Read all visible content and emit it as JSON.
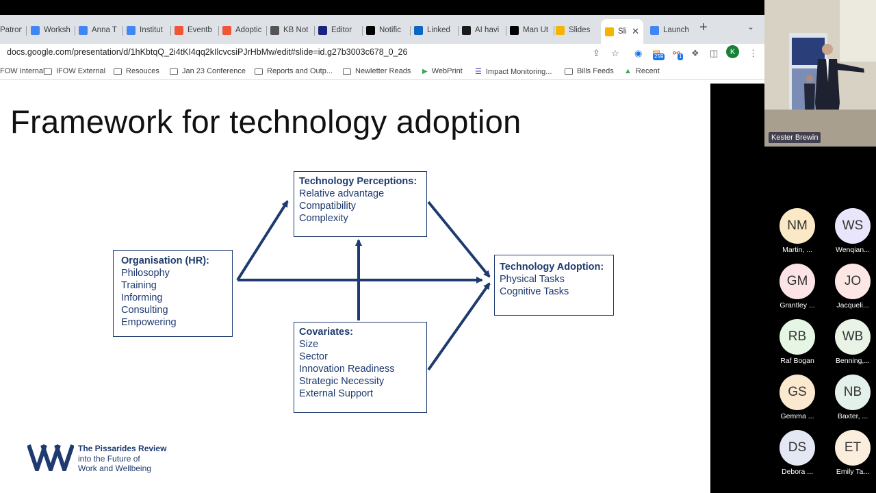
{
  "browser": {
    "tabs": [
      {
        "label": "Patrons",
        "icon": "patreon-icon",
        "color": "#f96854"
      },
      {
        "label": "Worksh",
        "icon": "docs-icon",
        "color": "#4285f4"
      },
      {
        "label": "Anna T",
        "icon": "docs-icon",
        "color": "#4285f4"
      },
      {
        "label": "Institut",
        "icon": "calendar-icon",
        "color": "#4285f4"
      },
      {
        "label": "Eventb",
        "icon": "eventbrite-icon",
        "color": "#f05537"
      },
      {
        "label": "Adoptic",
        "icon": "eventbrite-icon",
        "color": "#f05537"
      },
      {
        "label": "KB Not",
        "icon": "kb-icon",
        "color": "#555555"
      },
      {
        "label": "Editor",
        "icon": "editor-icon",
        "color": "#1a237e"
      },
      {
        "label": "Notific",
        "icon": "x-icon",
        "color": "#000000"
      },
      {
        "label": "Linked",
        "icon": "linkedin-icon",
        "color": "#0a66c2"
      },
      {
        "label": "AI havi",
        "icon": "globe-icon",
        "color": "#1a1a1a"
      },
      {
        "label": "Man Ut",
        "icon": "dots-icon",
        "color": "#000000"
      },
      {
        "label": "Slides",
        "icon": "slides-icon",
        "color": "#f4b400"
      },
      {
        "label": "Slid",
        "icon": "slides-icon",
        "color": "#f4b400"
      },
      {
        "label": "Launch",
        "icon": "docs-icon",
        "color": "#4285f4"
      }
    ],
    "url": "docs.google.com/presentation/d/1hKbtqQ_2i4tKI4qq2kIlcvcsiPJrHbMw/edit#slide=id.g27b3003c678_0_26",
    "badges": {
      "ext1": "259",
      "ext2": "1"
    },
    "profile_initial": "K",
    "bookmarks": [
      {
        "label": "FOW Internal",
        "icon": "folder-icon"
      },
      {
        "label": "IFOW External",
        "icon": "folder-icon"
      },
      {
        "label": "Resouces",
        "icon": "folder-icon"
      },
      {
        "label": "Jan 23 Conference",
        "icon": "folder-icon"
      },
      {
        "label": "Reports and Outp...",
        "icon": "folder-icon"
      },
      {
        "label": "Newletter Reads",
        "icon": "folder-icon"
      },
      {
        "label": "WebPrint",
        "icon": "webprint-icon"
      },
      {
        "label": "Impact Monitoring...",
        "icon": "impact-icon"
      },
      {
        "label": "Bills Feeds",
        "icon": "folder-icon"
      },
      {
        "label": "Recent",
        "icon": "drive-icon"
      }
    ]
  },
  "slide": {
    "title": "Framework for technology adoption",
    "boxes": {
      "perceptions": {
        "heading": "Technology Perceptions:",
        "items": [
          "Relative advantage",
          "Compatibility",
          "Complexity"
        ]
      },
      "organisation": {
        "heading": "Organisation (HR):",
        "items": [
          "Philosophy",
          "Training",
          "Informing",
          "Consulting",
          "Empowering"
        ]
      },
      "adoption": {
        "heading": "Technology Adoption:",
        "items": [
          "Physical Tasks",
          "Cognitive Tasks"
        ]
      },
      "covariates": {
        "heading": "Covariates:",
        "items": [
          "Size",
          "Sector",
          "Innovation Readiness",
          "Strategic Necessity",
          "External Support"
        ]
      }
    },
    "logo": {
      "line1": "The Pissarides Review",
      "line2": "into the Future of",
      "line3": "Work and Wellbeing"
    },
    "accent": "#1e3a6e"
  },
  "meeting": {
    "speaker": "Kester Brewin",
    "participants": [
      {
        "initials": "NM",
        "name": "Martin, ...",
        "color": "#fbe9c6"
      },
      {
        "initials": "WS",
        "name": "Wenqian...",
        "color": "#e9e6fb"
      },
      {
        "initials": "GM",
        "name": "Grantley ...",
        "color": "#fbe3e6"
      },
      {
        "initials": "JO",
        "name": "Jacqueli...",
        "color": "#fde7e4"
      },
      {
        "initials": "RB",
        "name": "Raf Bogan",
        "color": "#e6f6e4"
      },
      {
        "initials": "WB",
        "name": "Benning,...",
        "color": "#e9f3e6"
      },
      {
        "initials": "GS",
        "name": "Gemma ...",
        "color": "#fbe9cf"
      },
      {
        "initials": "NB",
        "name": "Baxter, ...",
        "color": "#e4f1ea"
      },
      {
        "initials": "DS",
        "name": "Debora ...",
        "color": "#e4e8f5"
      },
      {
        "initials": "ET",
        "name": "Emily Ta...",
        "color": "#fbeedd"
      }
    ]
  }
}
